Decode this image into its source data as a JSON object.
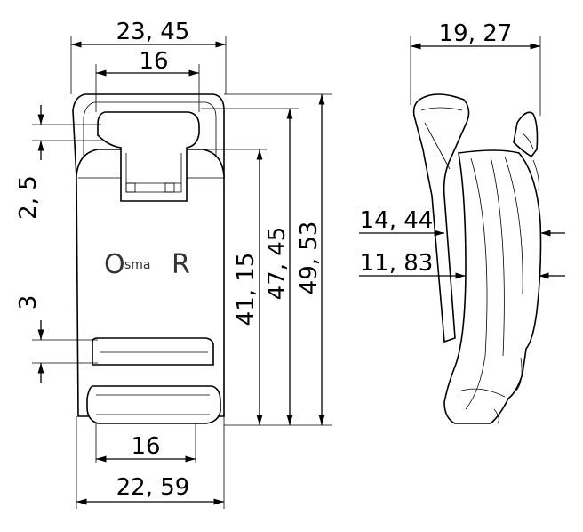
{
  "dimensions": {
    "top_width": "23, 45",
    "top_slot_width": "16",
    "bottom_slot_width": "16",
    "bottom_width": "22, 59",
    "left_upper": "2, 5",
    "left_lower": "3",
    "height_inner": "41, 15",
    "height_mid": "47, 45",
    "height_total": "49, 53",
    "side_width": "19, 27",
    "side_thickness_1": "14, 44",
    "side_thickness_2": "11, 83"
  },
  "logo": {
    "first_letter": "O",
    "middle": "sma",
    "last_letter": "R"
  },
  "colors": {
    "line": "#000000",
    "background": "#ffffff"
  }
}
